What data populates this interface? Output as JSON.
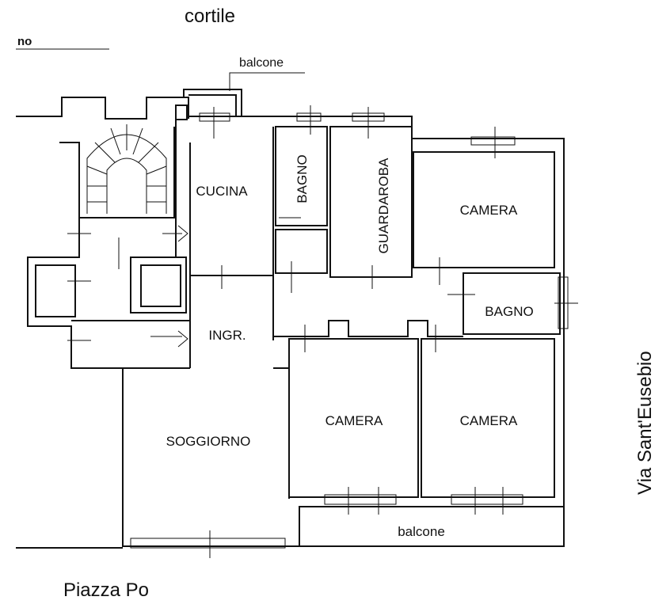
{
  "labels": {
    "top_street": "cortile",
    "top_left_fragment": "no",
    "balcony_top": "balcone",
    "kitchen": "CUCINA",
    "bathroom_top": "BAGNO",
    "wardrobe": "GUARDAROBA",
    "bedroom_top_right": "CAMERA",
    "bathroom_right": "BAGNO",
    "entrance": "INGR.",
    "living_room": "SOGGIORNO",
    "bedroom_bottom_left": "CAMERA",
    "bedroom_bottom_right": "CAMERA",
    "balcony_bottom": "balcone",
    "bottom_street": "Piazza Po",
    "right_street": "Via Sant'Eusebio"
  }
}
